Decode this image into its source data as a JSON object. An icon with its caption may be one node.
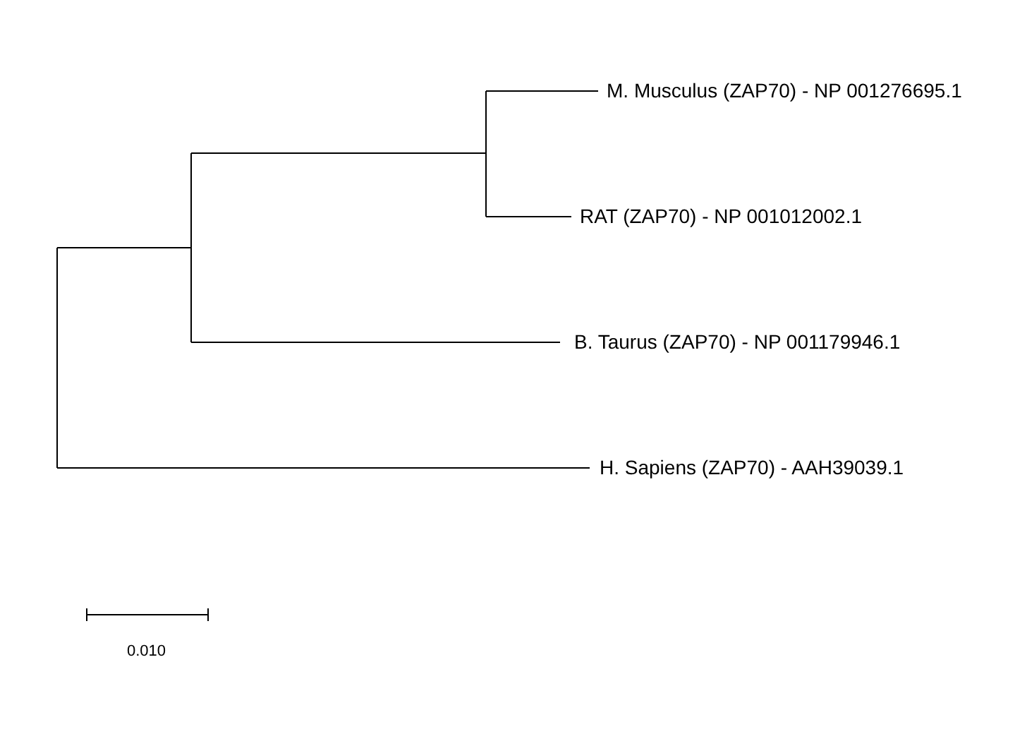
{
  "diagram": {
    "labels": [
      "M. Musculus (ZAP70) - NP 001276695.1",
      "RAT (ZAP70) - NP 001012002.1",
      "B. Taurus (ZAP70) - NP 001179946.1",
      "H. Sapiens (ZAP70) - AAH39039.1",
      "0.010"
    ]
  }
}
